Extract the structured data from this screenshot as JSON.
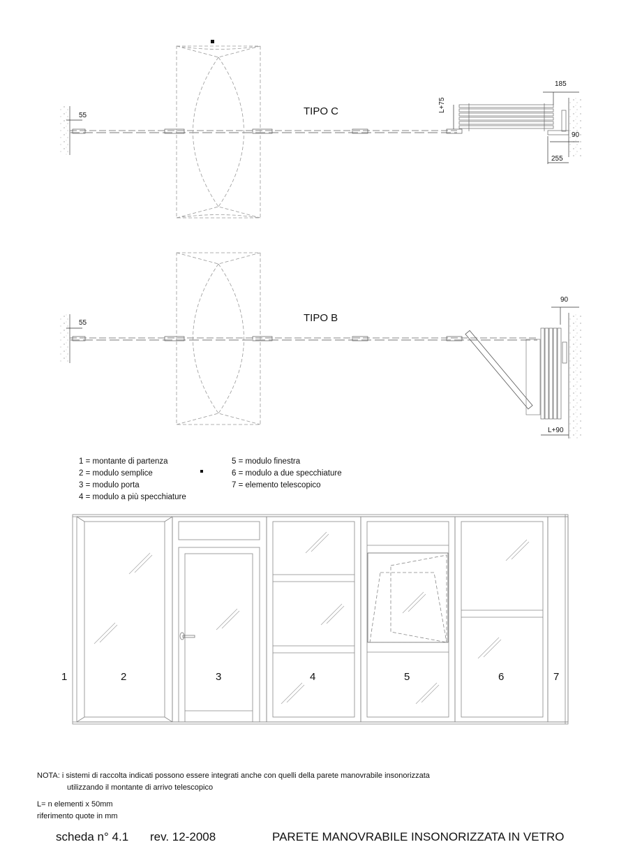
{
  "tipo_c": {
    "title": "TIPO C",
    "dims": {
      "left_gap": "55",
      "top_right": "185",
      "stack_height": "L+75",
      "right_offset": "90",
      "bottom_right": "255"
    }
  },
  "tipo_b": {
    "title": "TIPO B",
    "dims": {
      "left_gap": "55",
      "top_right": "90",
      "stack_width": "L+90"
    }
  },
  "legend": {
    "left": [
      "1 = montante di partenza",
      "2 = modulo semplice",
      "3 = modulo porta",
      "4 = modulo a più specchiature"
    ],
    "right": [
      "5 = modulo finestra",
      "6 = modulo a due specchiature",
      "7 = elemento telescopico"
    ]
  },
  "elevation": {
    "module_numbers": [
      "1",
      "2",
      "3",
      "4",
      "5",
      "6",
      "7"
    ]
  },
  "notes": {
    "line1": "NOTA: i sistemi di raccolta indicati possono essere integrati anche con quelli della parete manovrabile insonorizzata",
    "line2": "utilizzando il montante di arrivo telescopico",
    "line3": "L= n elementi x 50mm",
    "line4": "riferimento quote in mm"
  },
  "footer": {
    "sheet": "scheda n° 4.1",
    "revision": "rev. 12-2008",
    "product": "PARETE MANOVRABILE INSONORIZZATA IN VETRO"
  },
  "colors": {
    "line": "#555555",
    "light_line": "#9a9a9a",
    "dash": "#888888"
  }
}
